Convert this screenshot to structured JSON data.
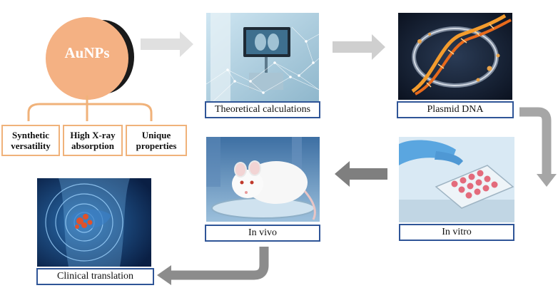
{
  "aunps": {
    "label": "AuNPs"
  },
  "properties": [
    {
      "line1": "Synthetic",
      "line2": "versatility"
    },
    {
      "line1": "High X-ray",
      "line2": "absorption"
    },
    {
      "line1": "Unique",
      "line2": "properties"
    }
  ],
  "steps": {
    "theoretical": "Theoretical calculations",
    "plasmid": "Plasmid DNA",
    "in_vitro": "In vitro",
    "in_vivo": "In vivo",
    "clinical": "Clinical translation"
  },
  "colors": {
    "caption_border": "#2f5597",
    "prop_border": "#f0b27a",
    "sphere": "#f4b183",
    "arrow": "#a6a6a6"
  }
}
